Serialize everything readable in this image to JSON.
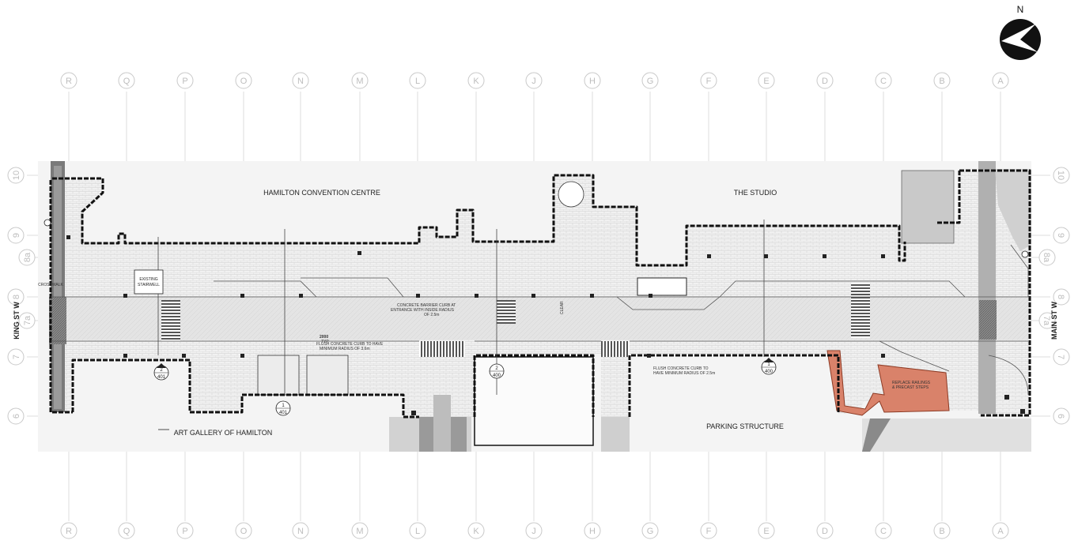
{
  "north_label": "N",
  "grid_columns": [
    "R",
    "Q",
    "P",
    "O",
    "N",
    "M",
    "L",
    "K",
    "J",
    "H",
    "G",
    "F",
    "E",
    "D",
    "C",
    "B",
    "A"
  ],
  "grid_rows": [
    "10",
    "9",
    "8a",
    "8",
    "7a",
    "7",
    "6"
  ],
  "buildings": {
    "convention_centre": "HAMILTON CONVENTION CENTRE",
    "studio": "THE STUDIO",
    "art_gallery": "ART GALLERY OF HAMILTON",
    "parking": "PARKING STRUCTURE"
  },
  "streets": {
    "west": "KING ST W",
    "east": "MAIN ST W"
  },
  "annotations": {
    "stairwell_1": "EXISTING",
    "stairwell_2": "STAIRWELL",
    "crosswalk": "CROSSWALK",
    "barrier_1": "CONCRETE BARRIER CURB AT",
    "barrier_2": "ENTRANCE WITH INSIDE RADIUS",
    "barrier_3": "OF 2.5m",
    "flush_west_1": "FLUSH CONCRETE CURB TO HAVE",
    "flush_west_2": "MINIMUM RADIUS OF 3.6m",
    "flush_east_1": "FLUSH CONCRETE CURB TO",
    "flush_east_2": "HAVE MINIMUM RADIUS OF 2.5m",
    "railing_1": "REPLACE RAILINGS",
    "railing_2": "& PRECAST STEPS",
    "clear": "CLEAR",
    "dim_2000": "2000",
    "dim_typ": "TYP."
  },
  "section_markers": [
    {
      "num": "2",
      "sheet": "401"
    },
    {
      "num": "1",
      "sheet": "401"
    },
    {
      "num": "2",
      "sheet": "400"
    },
    {
      "num": "1",
      "sheet": "400"
    }
  ],
  "colors": {
    "highlight": "#d9826a",
    "wall": "#111111",
    "paving": "#f0f0f0",
    "gridline": "#dcdcdc"
  }
}
